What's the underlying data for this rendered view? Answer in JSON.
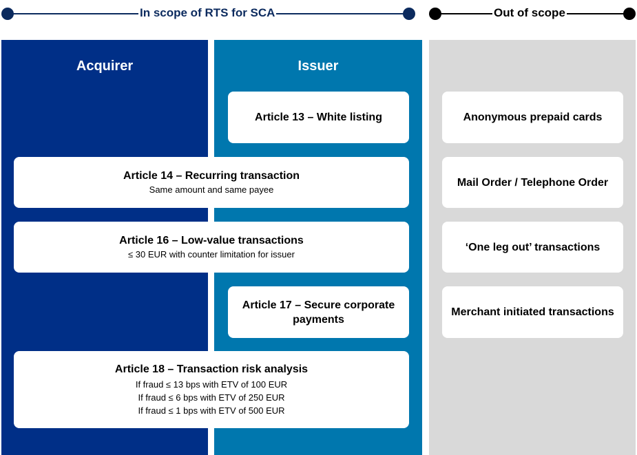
{
  "header": {
    "in_scope_label": "In scope of RTS for SCA",
    "out_scope_label": "Out of scope"
  },
  "colors": {
    "navy": "#002f87",
    "teal": "#0077ae",
    "grey": "#d9d9d9",
    "header_dot_in": "#0b2a5e",
    "header_dot_out": "#000000",
    "header_text_in": "#0b2a5e"
  },
  "columns": {
    "acquirer": "Acquirer",
    "issuer": "Issuer"
  },
  "boxes": {
    "art13": {
      "title": "Article 13 – White listing"
    },
    "art14": {
      "title": "Article 14 – Recurring transaction",
      "sub": "Same amount and same payee"
    },
    "art16": {
      "title": "Article 16 – Low-value transactions",
      "sub": "≤ 30 EUR with counter limitation for issuer"
    },
    "art17": {
      "title_line1": "Article 17 – Secure corporate",
      "title_line2": "payments"
    },
    "art18": {
      "title": "Article 18 – Transaction risk analysis",
      "lines": [
        "If fraud ≤ 13 bps with ETV of 100 EUR",
        "If fraud ≤ 6 bps with ETV of 250 EUR",
        "If fraud ≤ 1 bps with ETV of 500 EUR"
      ]
    }
  },
  "out_of_scope": [
    "Anonymous prepaid cards",
    "Mail Order / Telephone Order",
    "‘One leg out’ transactions",
    "Merchant initiated transactions"
  ]
}
